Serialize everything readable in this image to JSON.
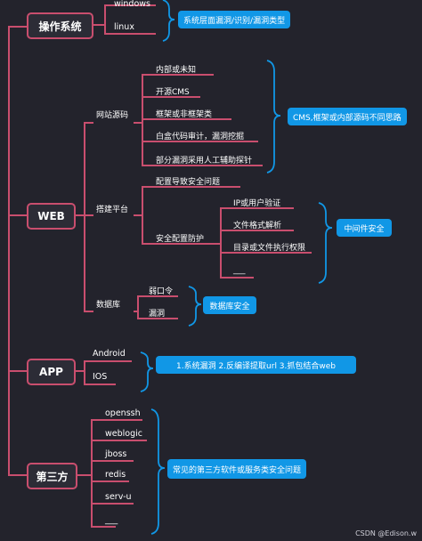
{
  "roots": {
    "os": "操作系统",
    "web": "WEB",
    "app": "APP",
    "third": "第三方"
  },
  "os_items": [
    "windows",
    "linux"
  ],
  "web_groups": {
    "site_source": "网站源码",
    "platform": "搭建平台",
    "database": "数据库"
  },
  "site_source_items": [
    "内部或未知",
    "开源CMS",
    "框架或非框架类",
    "白盒代码审计，漏洞挖掘",
    "部分漏洞采用人工辅助探针"
  ],
  "platform_items": {
    "config_lead": "配置导致安全问题",
    "protect": "安全配置防护",
    "protect_items": [
      "IP或用户验证",
      "文件格式解析",
      "目录或文件执行权限",
      "___"
    ]
  },
  "database_items": [
    "弱口令",
    "漏洞"
  ],
  "app_items": [
    "Android",
    "IOS"
  ],
  "third_items": [
    "openssh",
    "weblogic",
    "jboss",
    "redis",
    "serv-u",
    "___"
  ],
  "tags": {
    "os": "系统层面漏洞/识别/漏洞类型",
    "cms": "CMS,框架或内部源码不同思路",
    "middleware": "中间件安全",
    "db": "数据库安全",
    "app": "1.系统漏洞 2.反编译提取url 3.抓包结合web",
    "third": "常见的第三方软件或服务类安全问题"
  },
  "watermark": "CSDN @Edison.w",
  "colors": {
    "background": "#23232c",
    "line": "#c94e6e",
    "tag": "#1197e6",
    "bracket": "#1197e6"
  }
}
